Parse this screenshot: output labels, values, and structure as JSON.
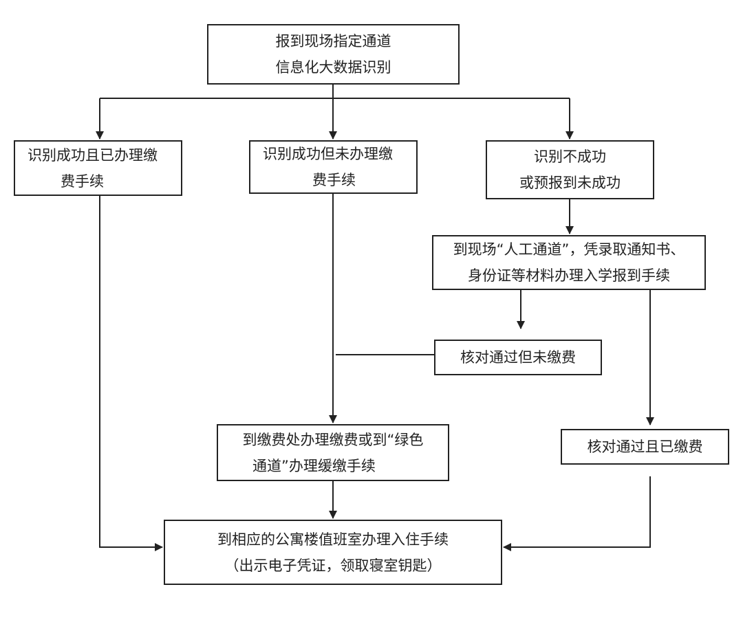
{
  "nodes": {
    "start": {
      "lines": [
        "报到现场指定通道",
        "信息化大数据识别"
      ]
    },
    "success_paid": {
      "lines": [
        "识别成功且已办理缴",
        "费手续"
      ]
    },
    "success_unpaid": {
      "lines": [
        "识别成功但未办理缴",
        "费手续"
      ]
    },
    "failed": {
      "lines": [
        "识别不成功",
        "或预报到未成功"
      ]
    },
    "manual_channel": {
      "lines": [
        "到现场“人工通道”，凭录取通知书、",
        "身份证等材料办理入学报到手续"
      ]
    },
    "verified_unpaid": {
      "lines": [
        "核对通过但未缴费"
      ]
    },
    "payment_office": {
      "lines": [
        "到缴费处办理缴费或到“绿色",
        "通道”办理缓缴手续"
      ]
    },
    "verified_paid": {
      "lines": [
        "核对通过且已缴费"
      ]
    },
    "dorm_checkin": {
      "lines": [
        "到相应的公寓楼值班室办理入住手续",
        "（出示电子凭证，领取寝室钥匙）"
      ]
    }
  },
  "colors": {
    "line": "#222222",
    "box_border": "#222222",
    "background": "#ffffff"
  }
}
